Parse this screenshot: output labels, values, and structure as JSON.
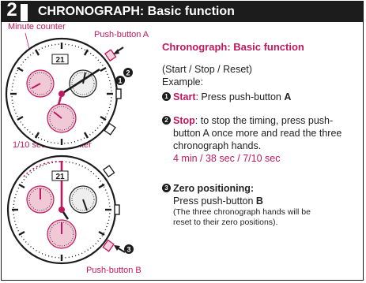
{
  "header": {
    "step_number": "2",
    "title": "CHRONOGRAPH: Basic function"
  },
  "labels": {
    "minute_counter": "Minute counter",
    "push_button_a": "Push-button A",
    "tenth_second_counter": "1/10 second counter",
    "push_button_b": "Push-button B",
    "date_display": "21"
  },
  "section": {
    "title": "Chronograph: Basic function",
    "subtitle": "(Start / Stop / Reset)",
    "example_label": "Example:",
    "step1": {
      "num": "1",
      "key": "Start",
      "text": ": Press push-button ",
      "button": "A"
    },
    "step2": {
      "num": "2",
      "key": "Stop",
      "text_lines": [
        ": to stop the timing, press push-",
        "button A once more and read the three",
        "chronograph hands."
      ],
      "reading": "4 min / 38 sec / 7/10 sec"
    },
    "step3": {
      "num": "3",
      "key": "Zero positioning:",
      "line": "Press push-button ",
      "button": "B",
      "note_lines": [
        "(The three chronograph hands will be",
        "reset to their zero positions)."
      ]
    }
  },
  "colors": {
    "accent": "#c0185f",
    "header_bg": "#1c1c1c",
    "counter_fill": "#f0c8d6"
  }
}
